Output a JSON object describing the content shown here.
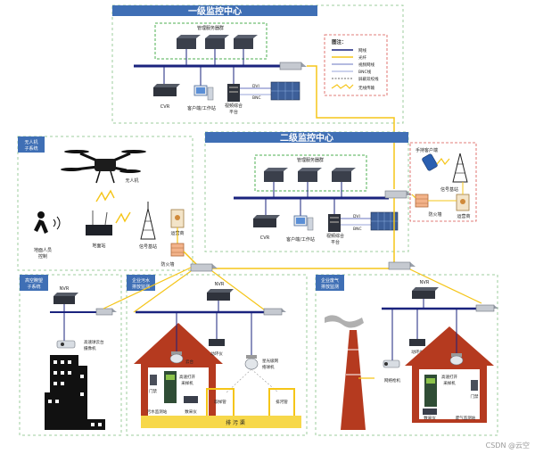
{
  "titles": {
    "level1": "一级监控中心",
    "level2": "二级监控中心"
  },
  "labels": {
    "server_group_1": "管理服务器群",
    "server_group_2": "管理服务器群",
    "cvr_1": "CVR",
    "client_1": "客户端/工作站",
    "vplat_1a": "视频综合",
    "vplat_1b": "平台",
    "dvi_1": "DVI",
    "bnc_1": "BNC",
    "cvr_2": "CVR",
    "client_2": "客户端/工作站",
    "vplat_2a": "视频综合",
    "vplat_2b": "平台",
    "dvi_2": "DVI",
    "bnc_2": "BNC",
    "uav_sys_a": "无人机",
    "uav_sys_b": "子系统",
    "uav": "无人机",
    "ground_ctrl_a": "地面人员",
    "ground_ctrl_b": "控制",
    "ground_station": "地面站",
    "signal_base_1": "信号基站",
    "carrier_1": "运营商",
    "firewall_1": "防火墙",
    "mobile_client": "手持客户端",
    "signal_base_2": "信号基站",
    "firewall_2": "防火墙",
    "carrier_2": "运营商",
    "hp_sys_a": "高空瞭望",
    "hp_sys_b": "子系统",
    "nvr_hp": "NVR",
    "hp_cam_a": "高速球云台",
    "hp_cam_b": "摄像机",
    "water_sys_a": "企业污水",
    "water_sys_b": "排放监测",
    "nvr_w": "NVR",
    "sampler_a": "高速打开",
    "sampler_b": "采样机",
    "door_w": "门禁",
    "ptz_w": "云台",
    "analyzer_w": "动环仪",
    "starlight_a": "星光级网",
    "starlight_b": "络球机",
    "water_station": "污水监测站",
    "dvr_w": "数采仪",
    "pipe_a": "取样管",
    "pipe_b": "排河管",
    "sewage_ditch": "排 污 渠",
    "gas_sys_a": "企业废气",
    "gas_sys_b": "排放监测",
    "nvr_g": "NVR",
    "analyzer_g": "动环仪",
    "net_cam_g": "网络枪机",
    "sampler_g_a": "高速打开",
    "sampler_g_b": "采样机",
    "door_g": "门禁",
    "dvr_g": "数采仪",
    "gas_station": "废气监测站",
    "watermark": "CSDN @云空"
  },
  "legend": {
    "title": "图注：",
    "items": [
      {
        "label": "网线",
        "color": "#1a237e",
        "style": "solid"
      },
      {
        "label": "光纤",
        "color": "#f5c518",
        "style": "solid"
      },
      {
        "label": "视频网线",
        "color": "#3949ab",
        "style": "thin"
      },
      {
        "label": "BNC线",
        "color": "#7986cb",
        "style": "thin"
      },
      {
        "label": "屏蔽双绞线",
        "color": "#333333",
        "style": "dash"
      },
      {
        "label": "无线传输",
        "color": "#f5c518",
        "style": "zigzag"
      }
    ]
  },
  "colors": {
    "network": "#1a237e",
    "fiber": "#f5c518",
    "dashed_box": "#9ccc9c",
    "header_blue": "#3f6fb5",
    "house": "#b53a1f",
    "firewall": "#f3b38a",
    "legend_border": "#d9534f"
  }
}
